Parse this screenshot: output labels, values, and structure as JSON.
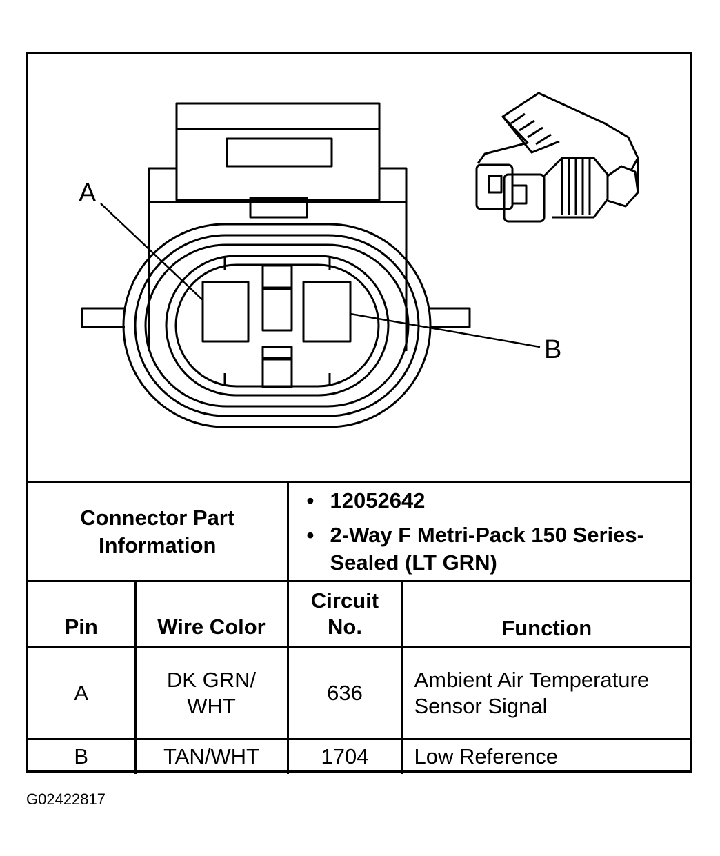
{
  "diagram": {
    "pin_labels": [
      "A",
      "B"
    ]
  },
  "connector_info": {
    "label": "Connector Part Information",
    "items": [
      "12052642",
      "2-Way F Metri-Pack 150 Series- Sealed (LT GRN)"
    ]
  },
  "pinout_table": {
    "headers": {
      "pin": "Pin",
      "wire_color": "Wire Color",
      "circuit_no": "Circuit No.",
      "function": "Function"
    },
    "rows": [
      {
        "pin": "A",
        "wire_color": "DK GRN/ WHT",
        "circuit_no": "636",
        "function": "Ambient Air Temperature Sensor Signal"
      },
      {
        "pin": "B",
        "wire_color": "TAN/WHT",
        "circuit_no": "1704",
        "function": "Low Reference"
      }
    ]
  },
  "figure_id": "G02422817"
}
